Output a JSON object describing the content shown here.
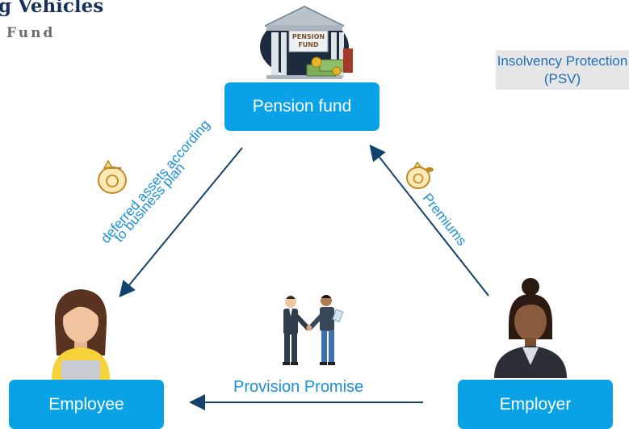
{
  "header": {
    "title_fragment": "g Vehicles",
    "subtitle_fragment": "Fund"
  },
  "nodes": {
    "pension_fund": "Pension fund",
    "employee": "Employee",
    "employer": "Employer",
    "psv": "Insolvency Protection (PSV)"
  },
  "building_sign": [
    "PENSION",
    "FUND"
  ],
  "edges": {
    "fund_to_employee_line1": "deferred assets according",
    "fund_to_employee_line2": "to business plan",
    "employer_to_fund": "Premiums",
    "employer_to_employee": "Provision Promise"
  },
  "colors": {
    "box": "#0aa2e6",
    "arrow": "#14426e",
    "label": "#1a8fd8",
    "coin": "#d49a2a"
  },
  "icons": [
    "pension-building-icon",
    "money-bag-icon",
    "handshake-icon",
    "employee-avatar-icon",
    "employer-avatar-icon"
  ]
}
